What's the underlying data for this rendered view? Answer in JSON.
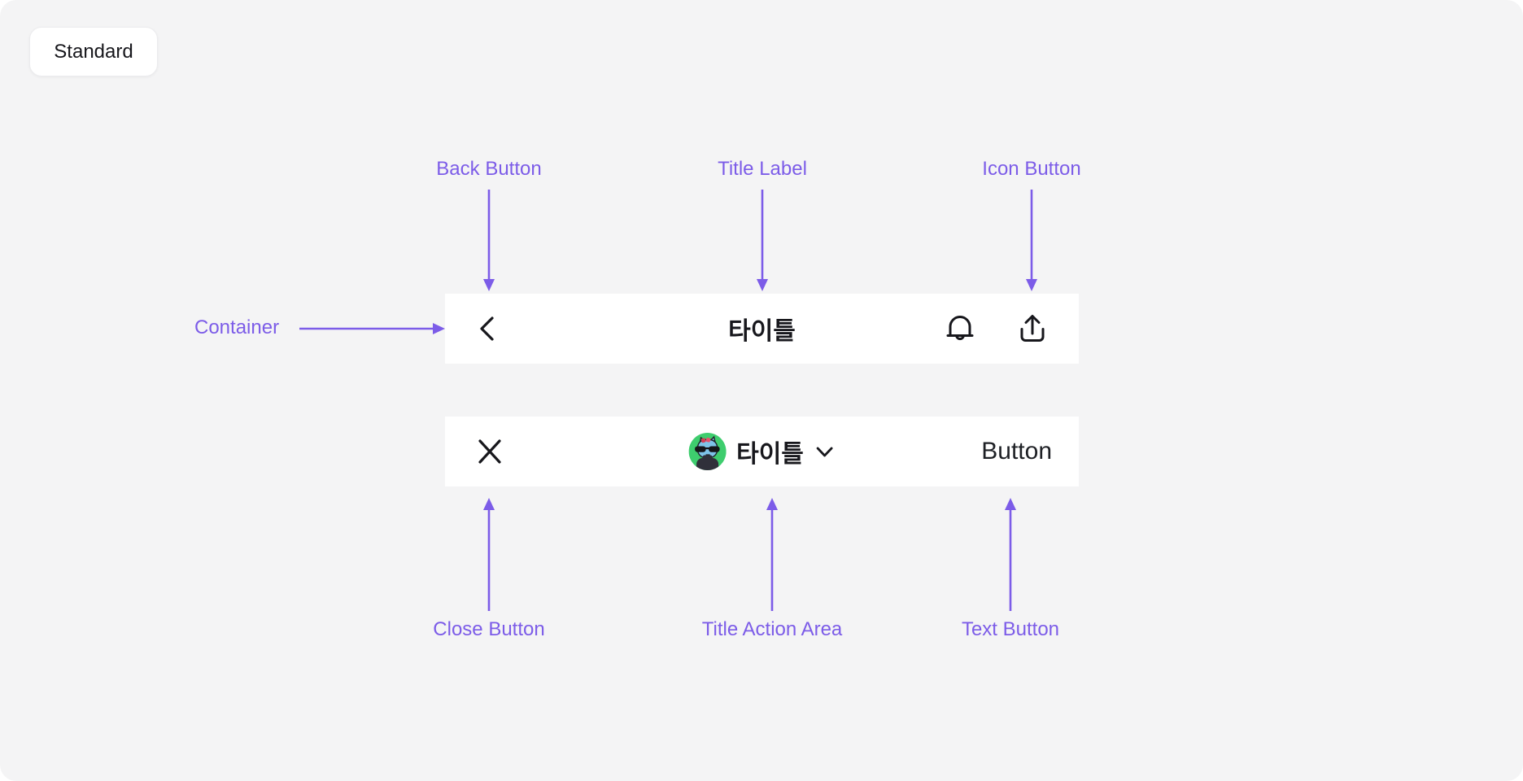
{
  "page": {
    "badge": "Standard"
  },
  "colors": {
    "accent_purple": "#7C5CE8",
    "panel_background": "#F4F4F5",
    "navbar_background": "#FFFFFF",
    "icon_dark": "#17171C",
    "avatar_green": "#3ECD6E"
  },
  "annotations": {
    "top": [
      {
        "label": "Back Button"
      },
      {
        "label": "Title Label"
      },
      {
        "label": "Icon Button"
      }
    ],
    "container": {
      "label": "Container"
    },
    "bottom": [
      {
        "label": "Close Button"
      },
      {
        "label": "Title Action Area"
      },
      {
        "label": "Text Button"
      }
    ]
  },
  "navbar_standard": {
    "back_icon": "chevron-left-icon",
    "title": "타이틀",
    "right_icons": [
      "bell-icon",
      "share-icon"
    ]
  },
  "navbar_modal": {
    "close_icon": "close-x-icon",
    "avatar_icon": "cat-avatar",
    "title": "타이틀",
    "title_chevron": "chevron-down-icon",
    "button_label": "Button"
  }
}
